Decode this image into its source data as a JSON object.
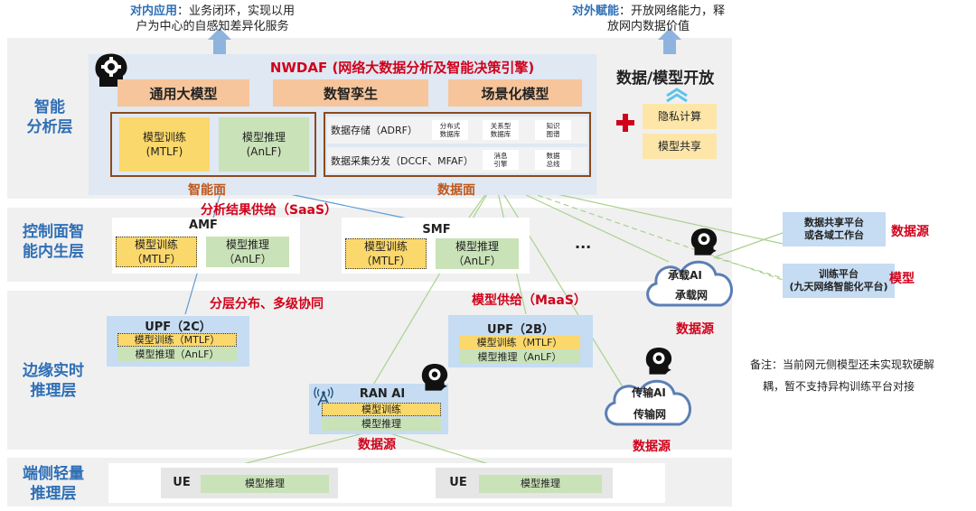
{
  "top": {
    "internal_title": "对内应用",
    "internal_text_1": "：业务闭环，实现以用",
    "internal_text_2": "户为中心的自感知差异化服务",
    "external_title": "对外赋能",
    "external_text_1": "：开放网络能力，释",
    "external_text_2": "放网内数据价值"
  },
  "layers": {
    "analysis_1": "智能",
    "analysis_2": "分析层",
    "control_1": "控制面智",
    "control_2": "能内生层",
    "edge_1": "边缘实时",
    "edge_2": "推理层",
    "terminal_1": "端侧轻量",
    "terminal_2": "推理层"
  },
  "nwdaf": {
    "title": "NWDAF (网络大数据分析及智能决策引擎)",
    "headers": [
      "通用大模型",
      "数智孪生",
      "场景化模型"
    ],
    "train_1": "模型训练",
    "train_2": "(MTLF)",
    "infer_1": "模型推理",
    "infer_2": "(AnLF)",
    "storage": "数据存储（ADRF）",
    "storage_cells": [
      [
        "分布式",
        "数据库"
      ],
      [
        "关系型",
        "数据库"
      ],
      [
        "知识",
        "图谱"
      ]
    ],
    "collect": "数据采集分发（DCCF、MFAF）",
    "collect_cells": [
      [
        "消息",
        "引擎"
      ],
      [
        "数据",
        "总线"
      ]
    ],
    "smart_plane": "智能面",
    "data_plane": "数据面"
  },
  "open": {
    "title": "数据/模型开放",
    "privacy": "隐私计算",
    "share": "模型共享"
  },
  "control": {
    "saas": "分析结果供给（SaaS）",
    "amf": "AMF",
    "smf": "SMF",
    "ellipsis": "···",
    "train_1": "模型训练",
    "train_2": "（MTLF）",
    "infer_1": "模型推理",
    "infer_2": "（AnLF）"
  },
  "edge": {
    "layered": "分层分布、多级协同",
    "maas": "模型供给（MaaS）",
    "upf2c": "UPF（2C）",
    "upf2b": "UPF（2B）",
    "train_full": "模型训练（MTLF）",
    "infer_full": "模型推理（AnLF）",
    "ran_ai": "RAN AI",
    "ran_train": "模型训练",
    "ran_infer": "模型推理",
    "data_source": "数据源"
  },
  "clouds": {
    "bearer_ai": "承载AI",
    "bearer_net": "承载网",
    "transport_ai": "传输AI",
    "transport_net": "传输网",
    "data_source": "数据源"
  },
  "right": {
    "platform_1": "数据共享平台",
    "platform_2": "或各域工作台",
    "platform_tag": "数据源",
    "train_1": "训练平台",
    "train_2": "(九天网络智能化平台)",
    "train_tag": "模型"
  },
  "note": {
    "line_1": "备注：当前网元侧模型还未实现软硬解",
    "line_2": "耦，暂不支持异构训练平台对接"
  },
  "ue": {
    "label": "UE",
    "infer": "模型推理"
  },
  "colors": {
    "layer_blue": "#2f6fb5",
    "red": "#d0021b",
    "brown": "#c0561a",
    "train_yellow": "#fbd86b",
    "infer_green": "#c9e2b8",
    "header_orange": "#f7c59b"
  }
}
